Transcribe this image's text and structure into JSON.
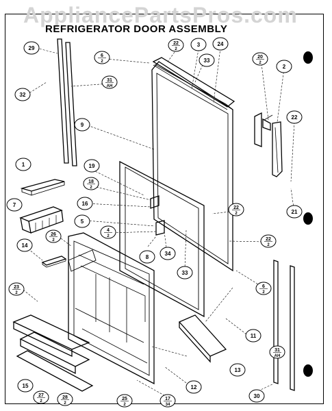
{
  "watermark": "AppliancePartsPros.com",
  "title": "REFRIGERATOR DOOR ASSEMBLY",
  "callouts": [
    {
      "id": "c29",
      "top": "29",
      "bottom": ""
    },
    {
      "id": "c32",
      "top": "32",
      "bottom": ""
    },
    {
      "id": "c6a",
      "top": "6",
      "bottom": "2"
    },
    {
      "id": "c22a",
      "top": "22",
      "bottom": "2"
    },
    {
      "id": "c3",
      "top": "3",
      "bottom": ""
    },
    {
      "id": "c24",
      "top": "24",
      "bottom": ""
    },
    {
      "id": "c33a",
      "top": "33",
      "bottom": ""
    },
    {
      "id": "c20",
      "top": "20",
      "bottom": "2"
    },
    {
      "id": "c2",
      "top": "2",
      "bottom": ""
    },
    {
      "id": "c31a",
      "top": "31",
      "bottom": "AH"
    },
    {
      "id": "c9",
      "top": "9",
      "bottom": ""
    },
    {
      "id": "c22b",
      "top": "22",
      "bottom": ""
    },
    {
      "id": "c1",
      "top": "1",
      "bottom": ""
    },
    {
      "id": "c19",
      "top": "19",
      "bottom": ""
    },
    {
      "id": "c18",
      "top": "18",
      "bottom": "2"
    },
    {
      "id": "c7",
      "top": "7",
      "bottom": ""
    },
    {
      "id": "c16",
      "top": "16",
      "bottom": ""
    },
    {
      "id": "c22c",
      "top": "22",
      "bottom": "2"
    },
    {
      "id": "c21",
      "top": "21",
      "bottom": ""
    },
    {
      "id": "c5",
      "top": "5",
      "bottom": ""
    },
    {
      "id": "c4",
      "top": "4",
      "bottom": "2"
    },
    {
      "id": "c26a",
      "top": "26",
      "bottom": "2"
    },
    {
      "id": "c22d",
      "top": "22",
      "bottom": "2"
    },
    {
      "id": "c14",
      "top": "14",
      "bottom": ""
    },
    {
      "id": "c8",
      "top": "8",
      "bottom": ""
    },
    {
      "id": "c34",
      "top": "34",
      "bottom": ""
    },
    {
      "id": "c33b",
      "top": "33",
      "bottom": ""
    },
    {
      "id": "c6b",
      "top": "6",
      "bottom": "2"
    },
    {
      "id": "c23",
      "top": "23",
      "bottom": "2"
    },
    {
      "id": "c11",
      "top": "11",
      "bottom": ""
    },
    {
      "id": "c13",
      "top": "13",
      "bottom": ""
    },
    {
      "id": "c31b",
      "top": "31",
      "bottom": "AH"
    },
    {
      "id": "c15",
      "top": "15",
      "bottom": ""
    },
    {
      "id": "c27",
      "top": "27",
      "bottom": "2"
    },
    {
      "id": "c28",
      "top": "28",
      "bottom": "2"
    },
    {
      "id": "c25",
      "top": "25",
      "bottom": "2"
    },
    {
      "id": "c17",
      "top": "17",
      "bottom": "34"
    },
    {
      "id": "c12",
      "top": "12",
      "bottom": ""
    },
    {
      "id": "c30",
      "top": "30",
      "bottom": ""
    }
  ]
}
